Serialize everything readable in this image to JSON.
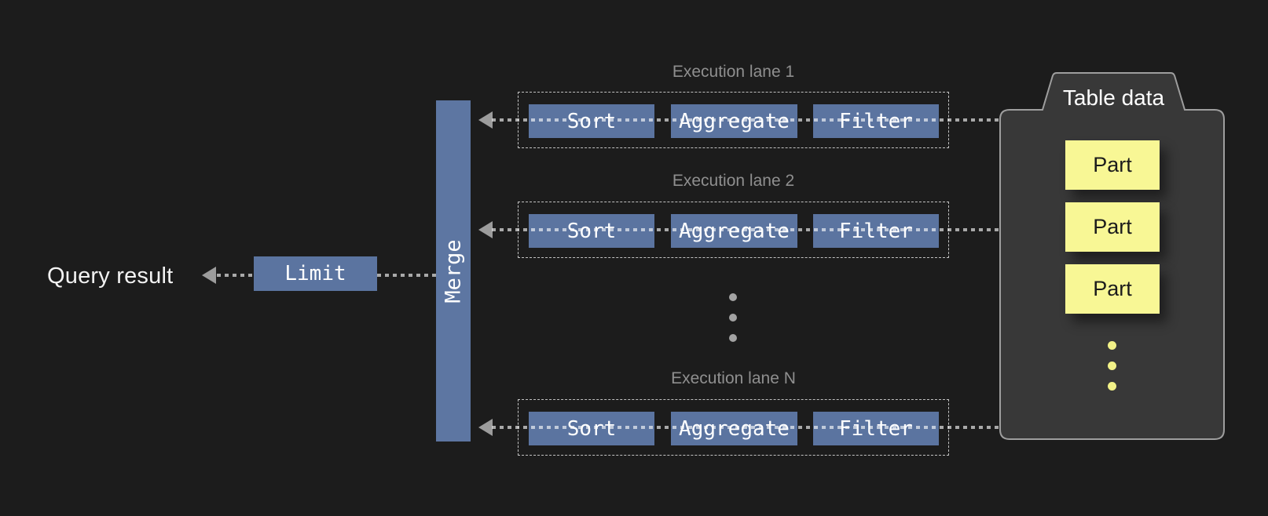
{
  "diagram": {
    "query_result_label": "Query result",
    "limit_label": "Limit",
    "merge_label": "Merge",
    "lanes": [
      {
        "title": "Execution lane 1",
        "boxes": [
          "Sort",
          "Aggregate",
          "Filter"
        ]
      },
      {
        "title": "Execution lane 2",
        "boxes": [
          "Sort",
          "Aggregate",
          "Filter"
        ]
      },
      {
        "title": "Execution lane N",
        "boxes": [
          "Sort",
          "Aggregate",
          "Filter"
        ]
      }
    ],
    "ellipsis_between_lanes": "⋮",
    "table_data": {
      "title": "Table data",
      "parts": [
        "Part",
        "Part",
        "Part"
      ],
      "ellipsis": "⋮"
    },
    "colors": {
      "background": "#1c1c1c",
      "operator_blue": "#5b74a0",
      "merge_blue": "#5d76a2",
      "part_yellow": "#f8f795",
      "yellow_dot": "#f2f188",
      "arrow_gray": "#9c9c9c",
      "lane_title_gray": "#8f8f8f",
      "container_gray": "#383838",
      "container_border": "#9e9e9e"
    }
  }
}
